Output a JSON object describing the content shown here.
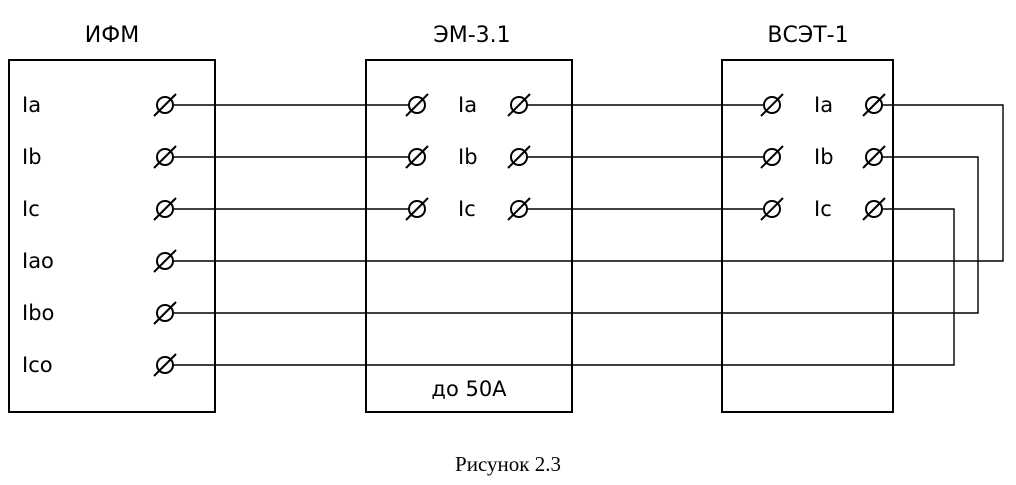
{
  "blocks": [
    {
      "id": "ifm",
      "title": "ИФМ",
      "note": "",
      "pins": [
        {
          "label": "Ia",
          "left": false,
          "right": true
        },
        {
          "label": "Ib",
          "left": false,
          "right": true
        },
        {
          "label": "Ic",
          "left": false,
          "right": true
        },
        {
          "label": "Iao",
          "left": false,
          "right": true
        },
        {
          "label": "Ibo",
          "left": false,
          "right": true
        },
        {
          "label": "Ico",
          "left": false,
          "right": true
        }
      ]
    },
    {
      "id": "em31",
      "title": "ЭМ-3.1",
      "note": "до 50А",
      "pins": [
        {
          "label": "Ia",
          "left": true,
          "right": true
        },
        {
          "label": "Ib",
          "left": true,
          "right": true
        },
        {
          "label": "Ic",
          "left": true,
          "right": true
        }
      ]
    },
    {
      "id": "vset1",
      "title": "ВСЭТ-1",
      "note": "",
      "pins": [
        {
          "label": "Ia",
          "left": true,
          "right": true
        },
        {
          "label": "Ib",
          "left": true,
          "right": true
        },
        {
          "label": "Ic",
          "left": true,
          "right": true
        }
      ]
    }
  ],
  "connections": [
    {
      "from": "ifm.Ia.right",
      "to": "em31.Ia.left"
    },
    {
      "from": "ifm.Ib.right",
      "to": "em31.Ib.left"
    },
    {
      "from": "ifm.Ic.right",
      "to": "em31.Ic.left"
    },
    {
      "from": "em31.Ia.right",
      "to": "vset1.Ia.left"
    },
    {
      "from": "em31.Ib.right",
      "to": "vset1.Ib.left"
    },
    {
      "from": "em31.Ic.right",
      "to": "vset1.Ic.left"
    },
    {
      "from": "vset1.Ia.right",
      "to": "ifm.Iao.right"
    },
    {
      "from": "vset1.Ib.right",
      "to": "ifm.Ibo.right"
    },
    {
      "from": "vset1.Ic.right",
      "to": "ifm.Ico.right"
    }
  ],
  "caption": "Рисунок 2.3"
}
